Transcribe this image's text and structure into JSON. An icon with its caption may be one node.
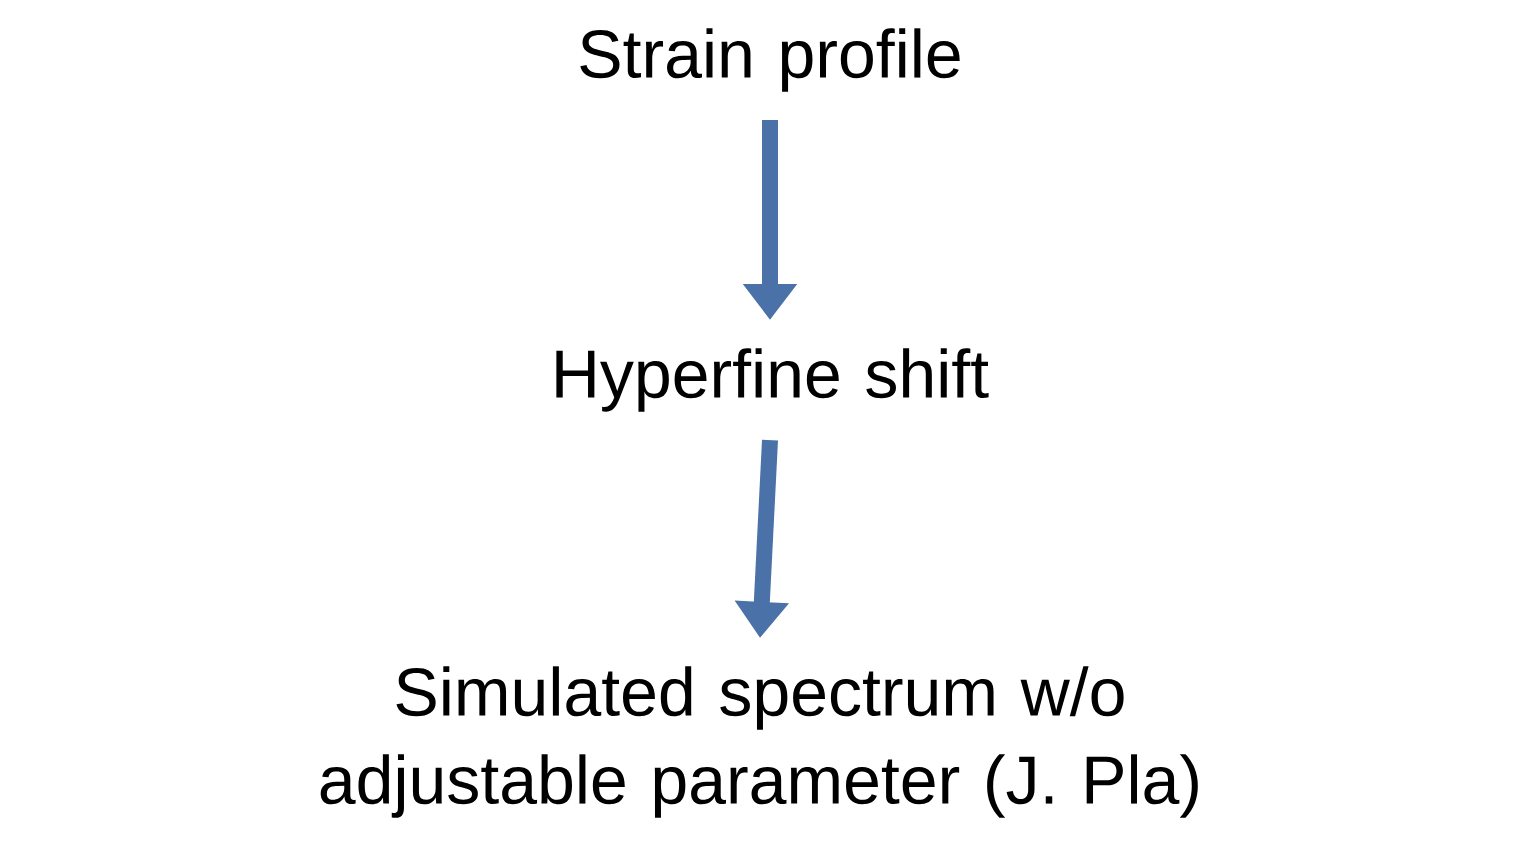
{
  "diagram": {
    "nodes": [
      {
        "text": [
          "Strain profile"
        ]
      },
      {
        "text": [
          "Hyperfine shift"
        ]
      },
      {
        "text": [
          "Simulated spectrum w/o adjustable parameter (J. Pla)"
        ]
      }
    ],
    "edges": [
      {
        "from": 0,
        "to": 1,
        "arrow": "to"
      },
      {
        "from": 1,
        "to": 2,
        "arrow": "to"
      }
    ]
  }
}
